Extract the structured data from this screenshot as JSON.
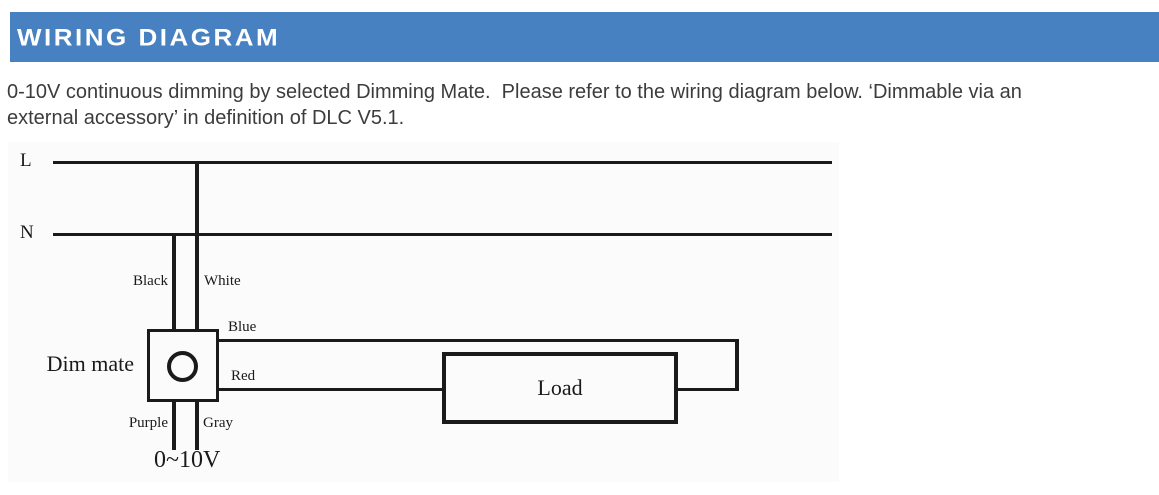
{
  "header": {
    "title": "WIRING DIAGRAM",
    "bg_color": "#4781c1",
    "text_color": "#ffffff"
  },
  "description": {
    "lines": [
      "0-10V continuous dimming by selected Dimming Mate.  Please refer to the wiring diagram below. ‘Dimmable via an",
      "external accessory’ in definition of DLC V5.1."
    ]
  },
  "diagram": {
    "background": "#fbfbfb",
    "line_color": "#1a1a1a",
    "supply_lines": {
      "live": "L",
      "neutral": "N"
    },
    "wires": {
      "black": "Black",
      "white": "White",
      "blue": "Blue",
      "red": "Red",
      "purple": "Purple",
      "gray": "Gray"
    },
    "components": {
      "dim_mate": "Dim mate",
      "load": "Load"
    },
    "control_signal": "0~10V"
  }
}
